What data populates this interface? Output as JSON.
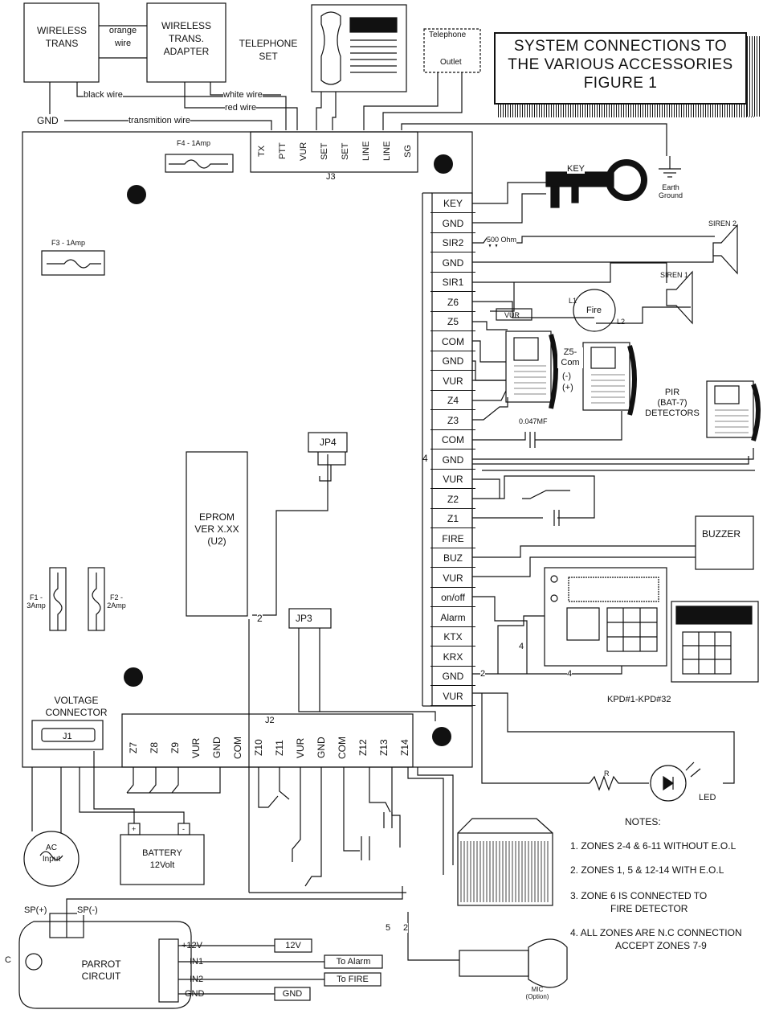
{
  "title": {
    "line1": "SYSTEM CONNECTIONS TO",
    "line2": "THE VARIOUS ACCESSORIES",
    "line3": "FIGURE  1"
  },
  "top": {
    "wireless_trans": "WIRELESS\nTRANS",
    "orange_wire": "orange\nwire",
    "wireless_adapter": "WIRELESS\nTRANS.\nADAPTER",
    "telephone_set": "TELEPHONE\nSET",
    "telephone_outlet": "Telephone",
    "outlet": "Outlet",
    "black_wire": "black wire",
    "white_wire": "white wire",
    "red_wire": "red wire",
    "gnd": "GND",
    "transmition_wire": "transmition wire",
    "earth_ground": "Earth\nGround",
    "key": "KEY"
  },
  "fuses": {
    "f4": "F4 - 1Amp",
    "f3": "F3  -  1Amp",
    "f1": "F1 -\n3Amp",
    "f2": "F2 -\n2Amp"
  },
  "j3": {
    "label": "J3",
    "pins": [
      "TX",
      "PTT",
      "VUR",
      "SET",
      "SET",
      "LINE",
      "LINE",
      "SG"
    ]
  },
  "right_terminals": [
    "KEY",
    "GND",
    "SIR2",
    "GND",
    "SIR1",
    "Z6",
    "Z5",
    "COM",
    "GND",
    "VUR",
    "Z4",
    "Z3",
    "COM",
    "GND",
    "VUR",
    "Z2",
    "Z1",
    "FIRE",
    "BUZ",
    "VUR",
    "on/off",
    "Alarm",
    "KTX",
    "KRX",
    "GND",
    "VUR"
  ],
  "j2": {
    "label": "J2",
    "pins": [
      "Z7",
      "Z8",
      "Z9",
      "VUR",
      "GND",
      "COM",
      "Z10",
      "Z11",
      "VUR",
      "GND",
      "COM",
      "Z12",
      "Z13",
      "Z14"
    ]
  },
  "board": {
    "jp4": "JP4",
    "jp3": "JP3",
    "eprom": "EPROM\nVER X.XX\n(U2)",
    "voltage_connector": "VOLTAGE\nCONNECTOR",
    "j1": "J1",
    "two": "2",
    "four": "4"
  },
  "accessories": {
    "siren2": "SIREN 2",
    "siren1": "SIREN 1",
    "ohm500": "500 Ohm",
    "fire": "Fire",
    "l1": "L1",
    "l2": "L2",
    "vur": "VUR",
    "z5com": "Z5-\nCom",
    "minus": "(-)",
    "plus": "(+)",
    "pir": "PIR\n(BAT-7)\nDETECTORS",
    "cap": "0.047MF",
    "buzzer": "BUZZER",
    "kpd": "KPD#1-KPD#32",
    "kpd_4a": "4",
    "kpd_4b": "4",
    "kpd_2": "2",
    "r": "R",
    "led": "LED",
    "battery": "BATTERY\n12Volt",
    "ac": "AC\nInput",
    "bat_plus": "+",
    "bat_minus": "-"
  },
  "parrot": {
    "sp_plus": "SP(+)",
    "sp_minus": "SP(-)",
    "c": "C",
    "name": "PARROT\nCIRCUIT",
    "p12v": "+12V",
    "in1": "IN1",
    "in2": "IN2",
    "gnd": "GND",
    "to_12v": "12V",
    "to_alarm": "To Alarm",
    "to_fire": "To FIRE",
    "to_gnd": "GND",
    "five": "5",
    "two": "2",
    "mic": "MIC\n(Option)"
  },
  "notes": {
    "heading": "NOTES:",
    "n1": "1. ZONES 2-4 & 6-11 WITHOUT E.O.L",
    "n2": "2. ZONES 1, 5 & 12-14 WITH E.O.L",
    "n3a": "3. ZONE 6 IS CONNECTED TO",
    "n3b": "FIRE DETECTOR",
    "n4a": "4. ALL ZONES ARE N.C CONNECTION",
    "n4b": "ACCEPT ZONES 7-9"
  }
}
